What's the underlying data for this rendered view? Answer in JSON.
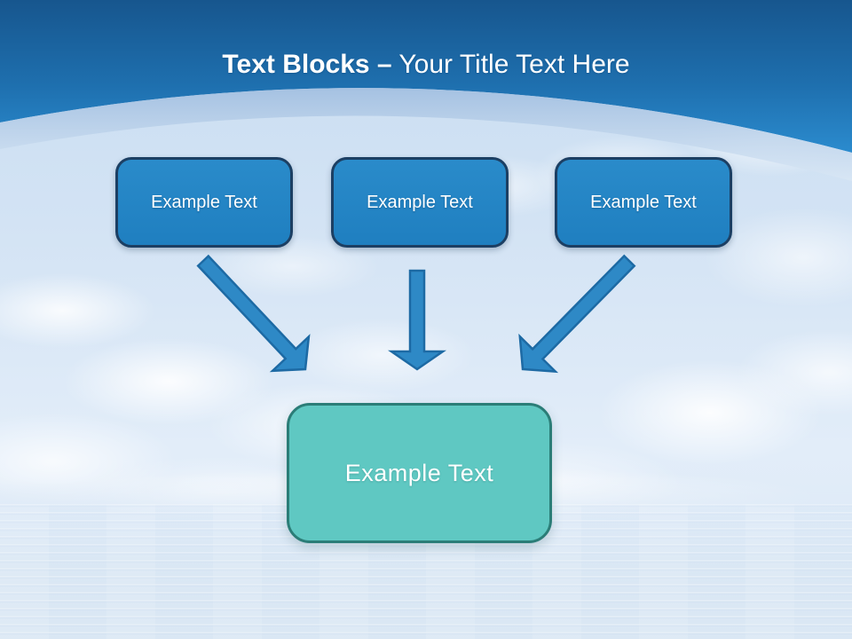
{
  "title": {
    "bold": "Text Blocks –",
    "rest": "Your Title Text Here"
  },
  "blocks": {
    "sources": [
      {
        "label": "Example Text"
      },
      {
        "label": "Example Text"
      },
      {
        "label": "Example Text"
      }
    ],
    "target": {
      "label": "Example Text"
    }
  },
  "colors": {
    "header_top": "#17568e",
    "header_bottom": "#2b8bce",
    "curve_band": "#a3c0e1",
    "box_fill": "#2385c5",
    "box_border": "#1c3f63",
    "arrow_fill": "#2e89c6",
    "arrow_stroke": "#1d6aa4",
    "target_fill": "#5fc8c2",
    "target_border": "#2b7d77",
    "sky": "#cfe1f2",
    "title_text": "#ffffff"
  }
}
